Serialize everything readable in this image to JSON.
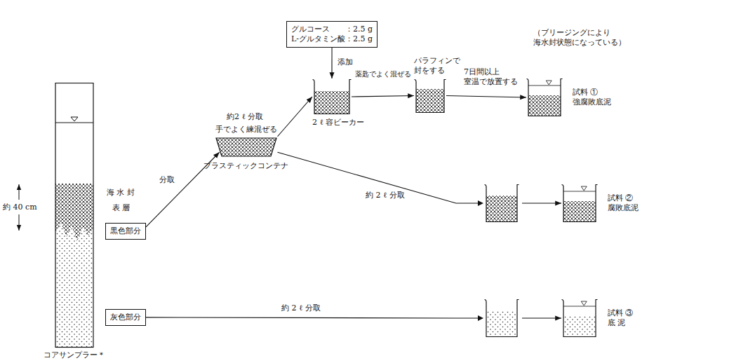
{
  "diagram": {
    "nodes": [
      {
        "text": [
          "コアサンプラー＊"
        ]
      },
      {
        "text": [
          "黒色部分"
        ]
      },
      {
        "text": [
          "灰色部分"
        ]
      },
      {
        "text": [
          "手でよく練混ぜる",
          "プラスティックコンテナ"
        ]
      },
      {
        "text": [
          "グルコース　　：2.5 g",
          "L-グルタミン酸：2.5 g"
        ]
      },
      {
        "text": [
          "2 ℓ 容ビーカー"
        ]
      },
      {
        "text": [
          "パラフィンで 封をする"
        ]
      },
      {
        "text": [
          "試料 ① 強腐敗底泥"
        ]
      },
      {
        "text": [
          "試料 ② 腐敗底泥"
        ]
      },
      {
        "text": [
          "試料 ③ 底 泥"
        ]
      }
    ],
    "edges": [
      {
        "from": 1,
        "to": 3,
        "label": "分取",
        "arrow": "to"
      },
      {
        "from": 3,
        "to": 5,
        "label": "約2 ℓ 分取",
        "arrow": "to"
      },
      {
        "from": 4,
        "to": 5,
        "label": "添加",
        "arrow": "to"
      },
      {
        "from": 5,
        "to": 6,
        "label": "薬匙でよく混ぜる",
        "arrow": "to"
      },
      {
        "from": 6,
        "to": 7,
        "label": "7日間以上 室温で放置する",
        "arrow": "to"
      },
      {
        "from": 3,
        "to": 8,
        "label": "約 2 ℓ 分取",
        "arrow": "to"
      },
      {
        "from": 2,
        "to": 9,
        "label": "約 2 ℓ 分取",
        "arrow": "to"
      }
    ],
    "labels": [
      "約 40 cm",
      "海 水 封",
      "表 層",
      "（ブリージングにより 海水封状態になっている）"
    ]
  }
}
